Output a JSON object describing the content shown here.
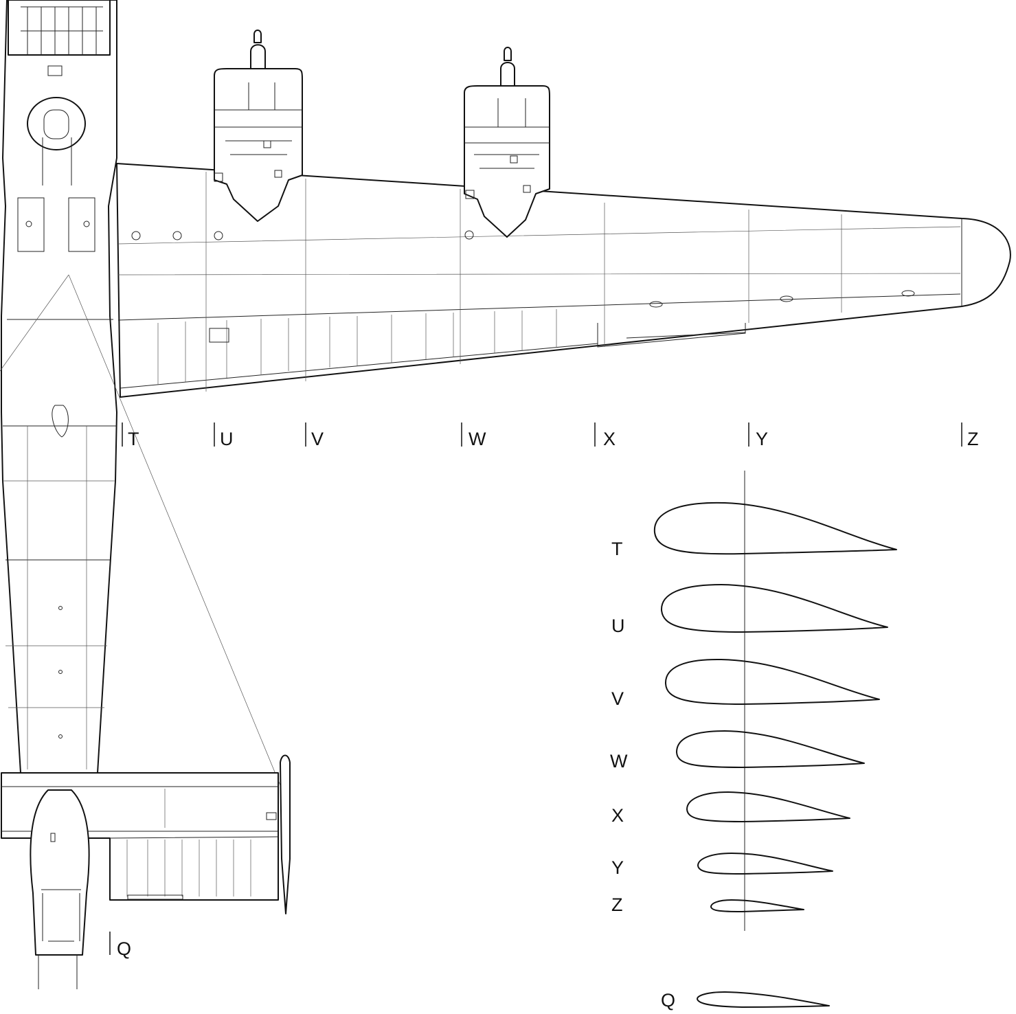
{
  "station_labels": [
    "T",
    "U",
    "V",
    "W",
    "X",
    "Y",
    "Z"
  ],
  "tailplane_station_label": "Q",
  "section_labels": [
    "T",
    "U",
    "V",
    "W",
    "X",
    "Y",
    "Z"
  ],
  "tail_section_label": "Q"
}
